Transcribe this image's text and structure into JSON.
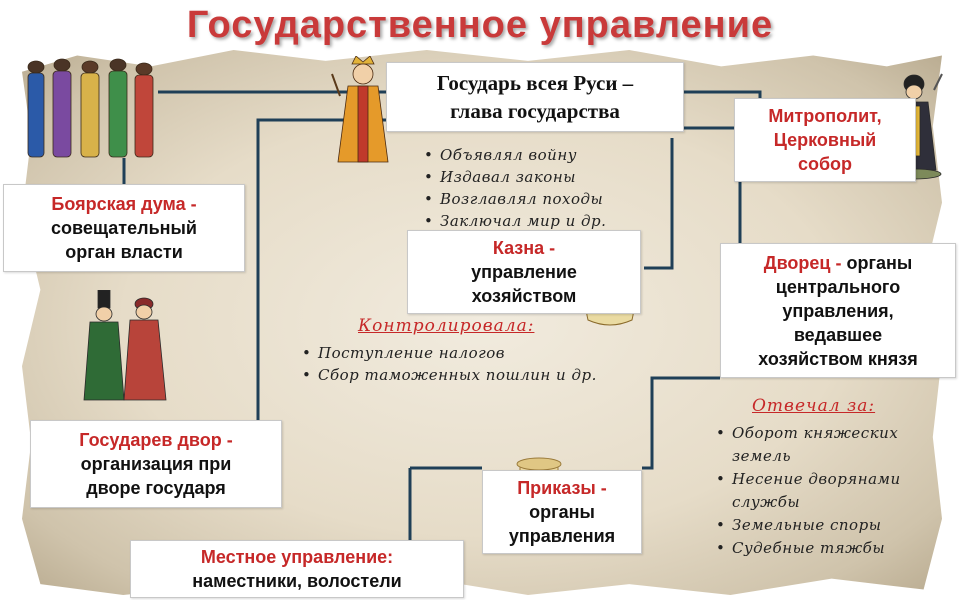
{
  "title": "Государственное управление",
  "nodes": {
    "sovereign": {
      "line1": "Государь всея Руси –",
      "line2": "глава государства"
    },
    "metropolitan": {
      "line1": "Митрополит,",
      "line2": "Церковный",
      "line3": "собор"
    },
    "boyar_duma": {
      "red": "Боярская дума -",
      "line1": "совещательный",
      "line2": "орган власти"
    },
    "treasury": {
      "red": "Казна -",
      "line1": "управление",
      "line2": "хозяйством"
    },
    "palace": {
      "red": "Дворец -",
      "rest": " органы",
      "line1": "центрального",
      "line2": "управления,",
      "line3": "ведавшее",
      "line4": "хозяйством князя"
    },
    "court": {
      "red": "Государев двор -",
      "line1": "организация при",
      "line2": "дворе государя"
    },
    "prikazy": {
      "red": "Приказы -",
      "line1": "органы",
      "line2": "управления"
    },
    "local": {
      "red": "Местное управление:",
      "line1": "наместники, волостели"
    }
  },
  "sovereign_duties": [
    "Объявлял войну",
    "Издавал законы",
    "Возглавлял походы",
    "Заключал мир  и др."
  ],
  "treasury_controls": {
    "heading": "Контролировала:",
    "items": [
      "Поступление налогов",
      "Сбор таможенных пошлин и др."
    ]
  },
  "palace_duties": {
    "heading": "Отвечал за:",
    "items": [
      "Оборот княжеских земель",
      "Несение дворянами службы",
      "Земельные споры",
      "Судебные тяжбы"
    ]
  },
  "colors": {
    "accent": "#c62828",
    "line": "#1f3f57",
    "title": "#c93a3a"
  },
  "icons": [
    "boyars-group-icon",
    "tsar-figure-icon",
    "metropolitan-figure-icon",
    "gold-sack-icon",
    "courtiers-icon",
    "scroll-icon"
  ]
}
